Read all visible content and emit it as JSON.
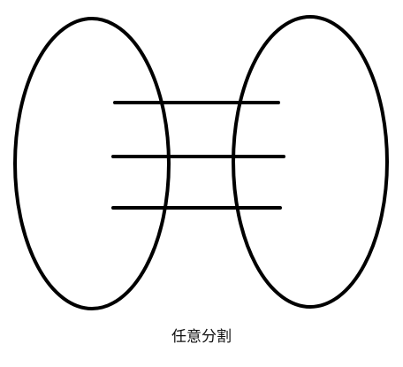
{
  "caption": "任意分割",
  "colors": {
    "stroke": "#000000",
    "background": "#ffffff"
  },
  "diagram": {
    "left_set": "ellipse",
    "right_set": "ellipse",
    "edge_count": 3
  }
}
